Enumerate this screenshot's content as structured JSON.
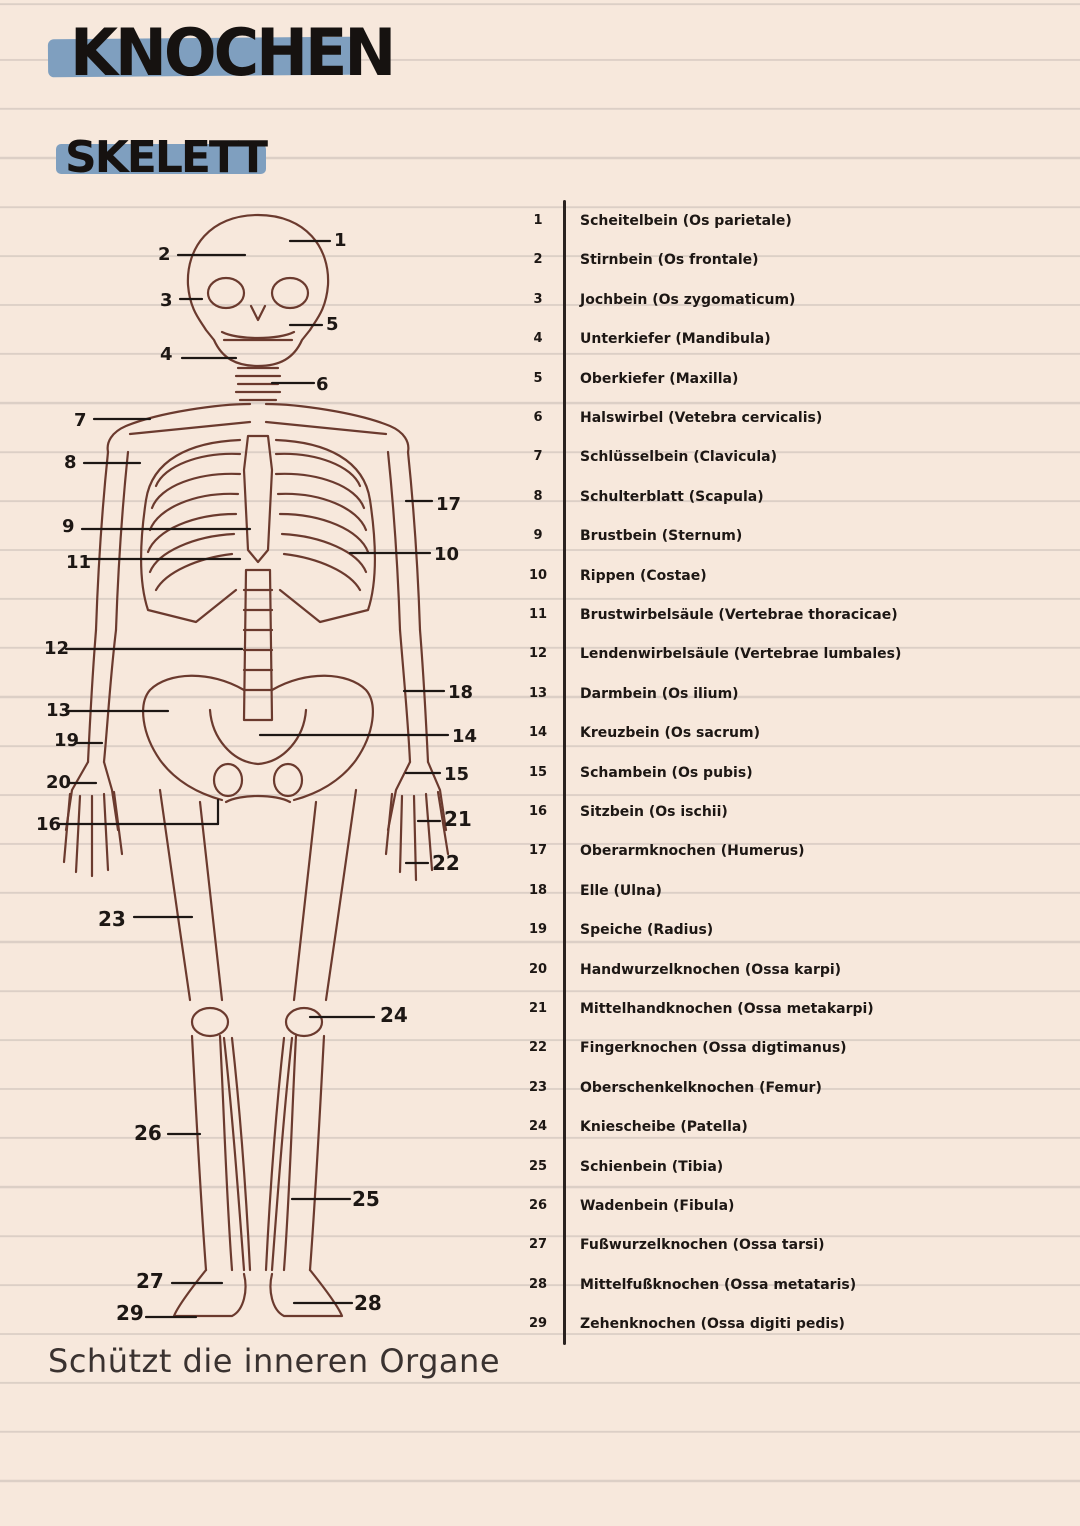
{
  "title": "KNOCHEN",
  "subtitle": "SKELETT",
  "footer": "Schützt die inneren Organe",
  "colors": {
    "highlight": "#7f9fbf",
    "paper": "#f7e8dc",
    "ink": "#1d1714",
    "bone_outline": "#6b3a2e"
  },
  "diagram_labels": [
    "1",
    "2",
    "3",
    "4",
    "5",
    "6",
    "7",
    "8",
    "9",
    "11",
    "10",
    "17",
    "12",
    "18",
    "13",
    "14",
    "19",
    "15",
    "20",
    "21",
    "16",
    "22",
    "23",
    "24",
    "26",
    "25",
    "27",
    "28",
    "29"
  ],
  "legend": [
    {
      "num": "1",
      "name": "Scheitelbein (Os parietale)"
    },
    {
      "num": "2",
      "name": "Stirnbein (Os frontale)"
    },
    {
      "num": "3",
      "name": "Jochbein (Os zygomaticum)"
    },
    {
      "num": "4",
      "name": "Unterkiefer (Mandibula)"
    },
    {
      "num": "5",
      "name": "Oberkiefer (Maxilla)"
    },
    {
      "num": "6",
      "name": "Halswirbel (Vetebra cervicalis)"
    },
    {
      "num": "7",
      "name": "Schlüsselbein (Clavicula)"
    },
    {
      "num": "8",
      "name": "Schulterblatt (Scapula)"
    },
    {
      "num": "9",
      "name": "Brustbein (Sternum)"
    },
    {
      "num": "10",
      "name": "Rippen (Costae)"
    },
    {
      "num": "11",
      "name": "Brustwirbelsäule (Vertebrae thoracicae)"
    },
    {
      "num": "12",
      "name": "Lendenwirbelsäule (Vertebrae lumbales)"
    },
    {
      "num": "13",
      "name": "Darmbein (Os ilium)"
    },
    {
      "num": "14",
      "name": "Kreuzbein (Os sacrum)"
    },
    {
      "num": "15",
      "name": "Schambein (Os pubis)"
    },
    {
      "num": "16",
      "name": "Sitzbein (Os ischii)"
    },
    {
      "num": "17",
      "name": "Oberarmknochen (Humerus)"
    },
    {
      "num": "18",
      "name": "Elle (Ulna)"
    },
    {
      "num": "19",
      "name": "Speiche (Radius)"
    },
    {
      "num": "20",
      "name": "Handwurzelknochen (Ossa karpi)"
    },
    {
      "num": "21",
      "name": "Mittelhandknochen (Ossa metakarpi)"
    },
    {
      "num": "22",
      "name": "Fingerknochen (Ossa digtimanus)"
    },
    {
      "num": "23",
      "name": "Oberschenkelknochen (Femur)"
    },
    {
      "num": "24",
      "name": "Kniescheibe (Patella)"
    },
    {
      "num": "25",
      "name": "Schienbein (Tibia)"
    },
    {
      "num": "26",
      "name": "Wadenbein (Fibula)"
    },
    {
      "num": "27",
      "name": "Fußwurzelknochen (Ossa tarsi)"
    },
    {
      "num": "28",
      "name": "Mittelfußknochen (Ossa metataris)"
    },
    {
      "num": "29",
      "name": "Zehenknochen (Ossa digiti pedis)"
    }
  ]
}
